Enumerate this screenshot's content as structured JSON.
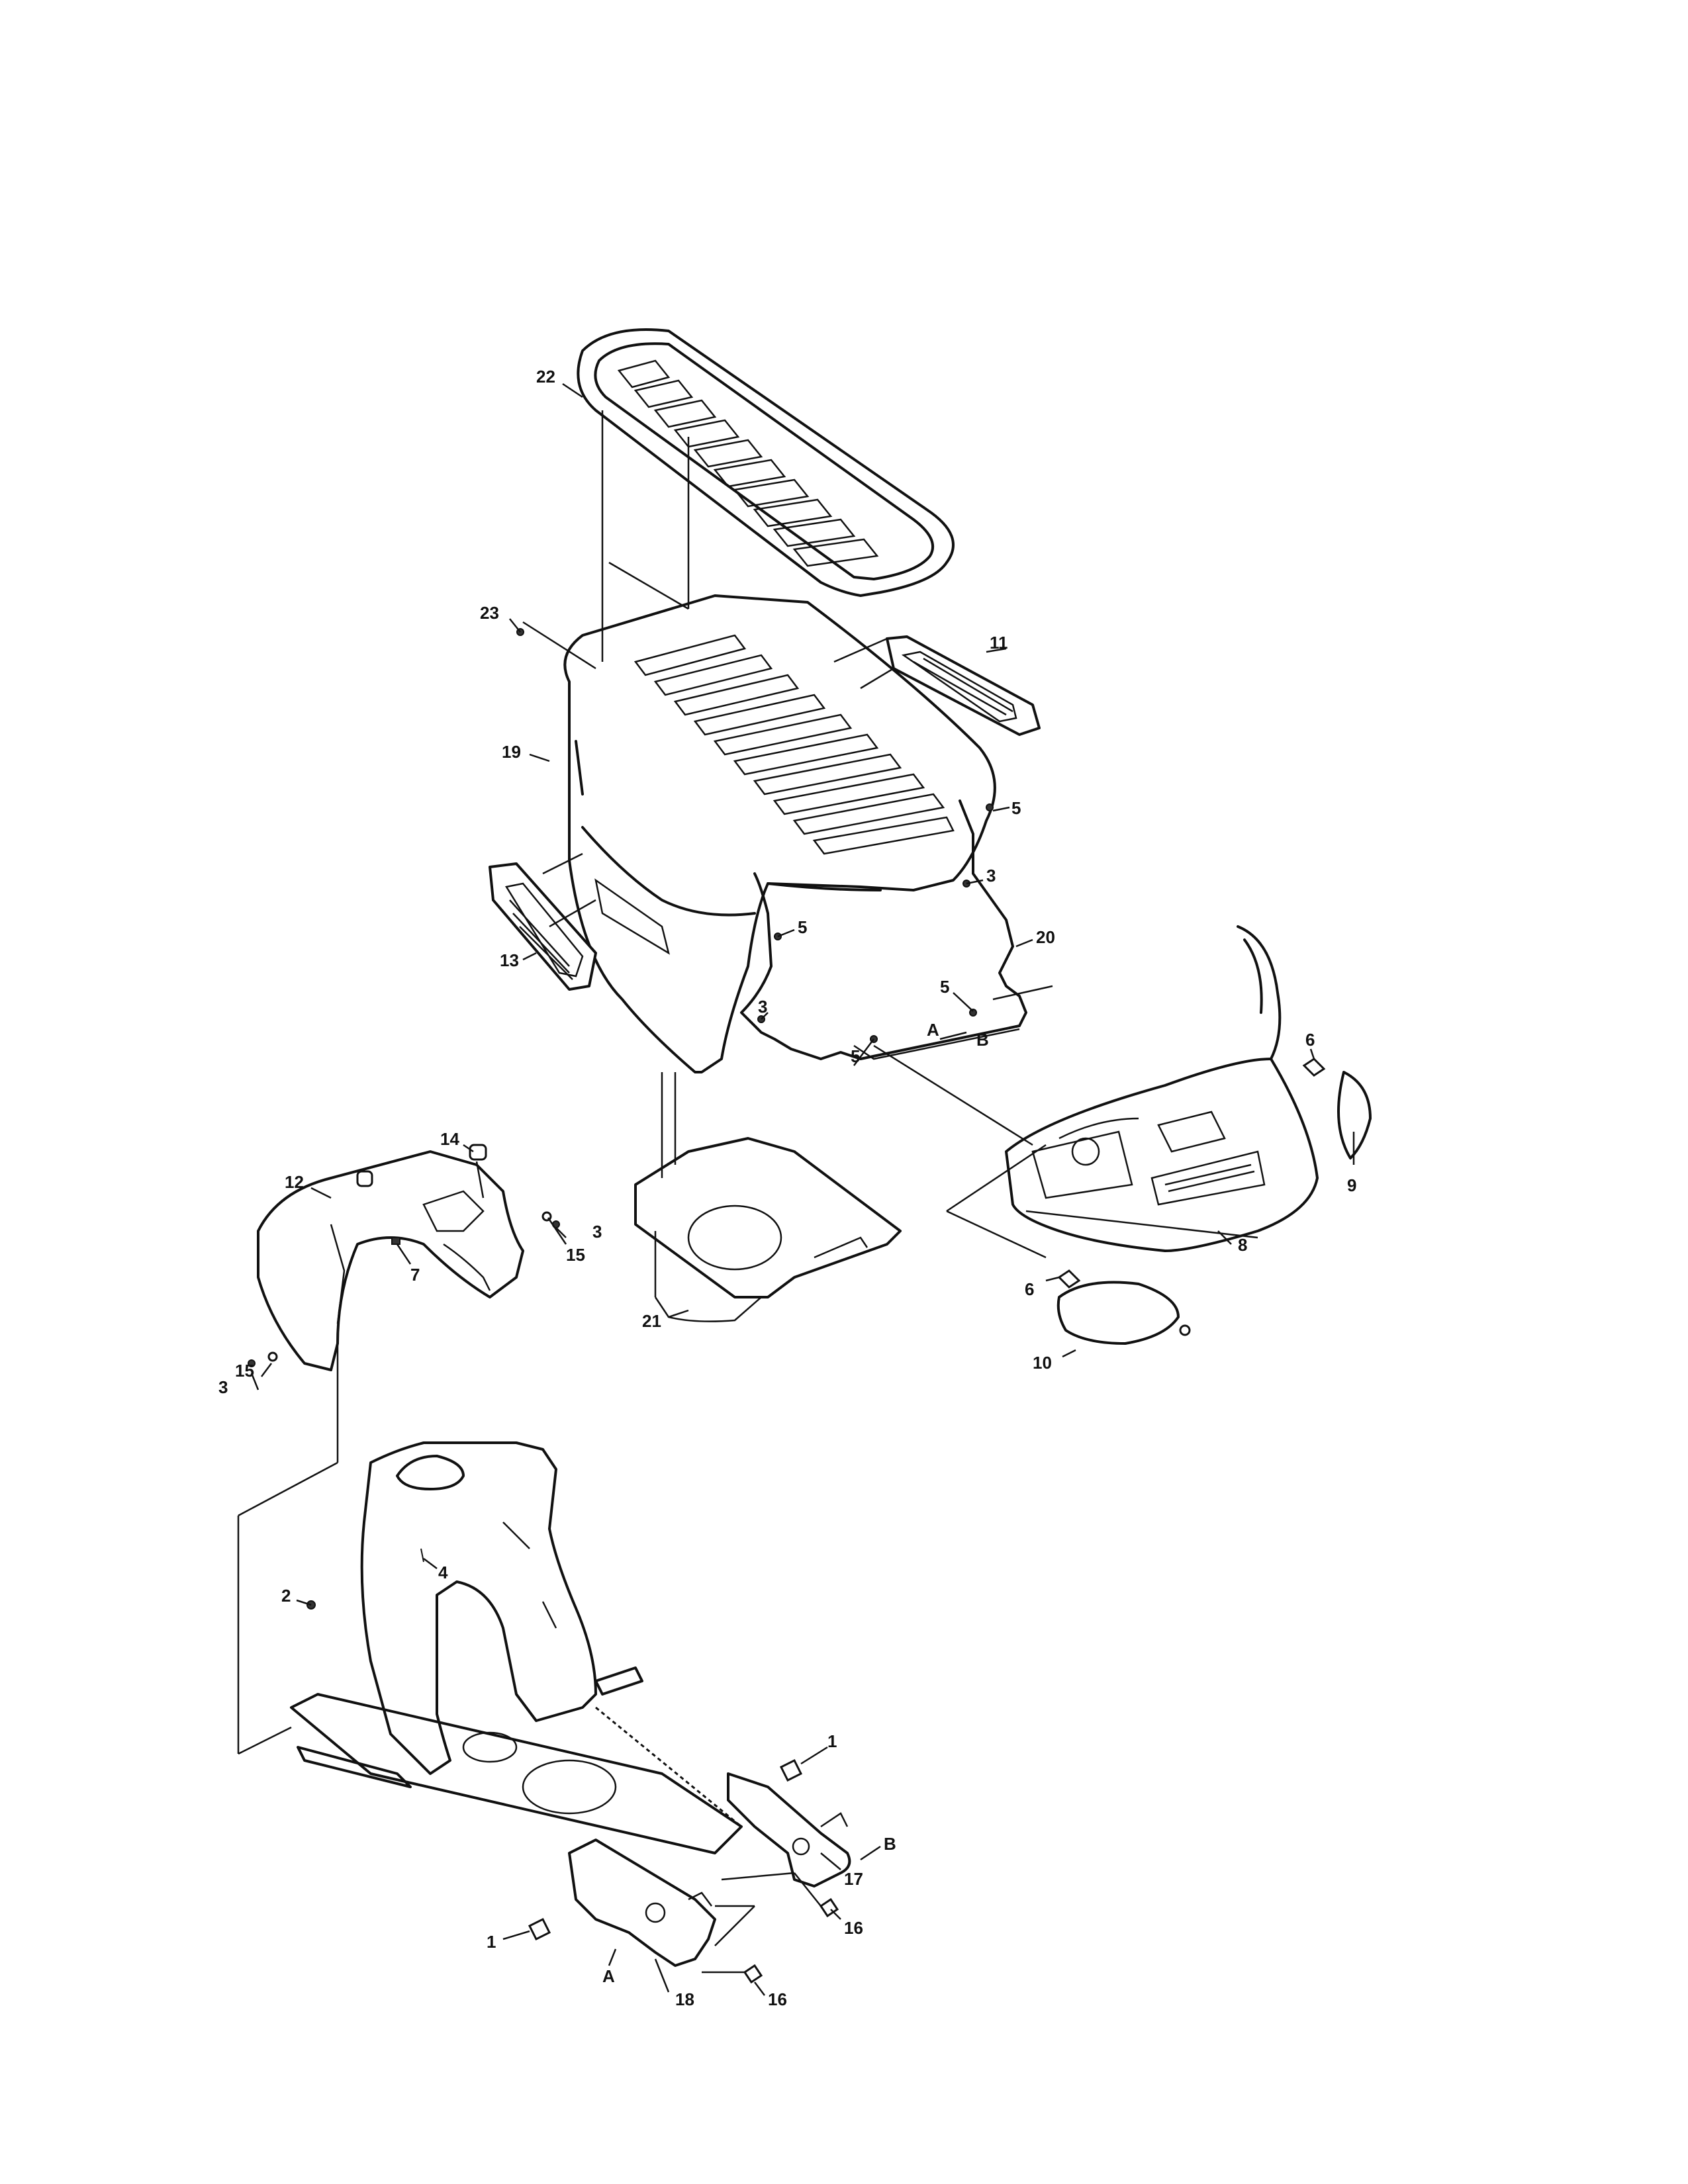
{
  "callouts": {
    "c1a": "1",
    "c1b": "1",
    "c2": "2",
    "c3a": "3",
    "c3b": "3",
    "c3c": "3",
    "c3d": "3",
    "c4": "4",
    "c5a": "5",
    "c5b": "5",
    "c5c": "5",
    "c5d": "5",
    "c6a": "6",
    "c6b": "6",
    "c7": "7",
    "c8": "8",
    "c9": "9",
    "c10": "10",
    "c11": "11",
    "c12": "12",
    "c13": "13",
    "c14": "14",
    "c15a": "15",
    "c15b": "15",
    "c16a": "16",
    "c16b": "16",
    "c17": "17",
    "c18": "18",
    "c19": "19",
    "c20": "20",
    "c21": "21",
    "c22": "22",
    "c23": "23",
    "cAa": "A",
    "cAb": "A",
    "cBa": "B",
    "cBb": "B"
  }
}
